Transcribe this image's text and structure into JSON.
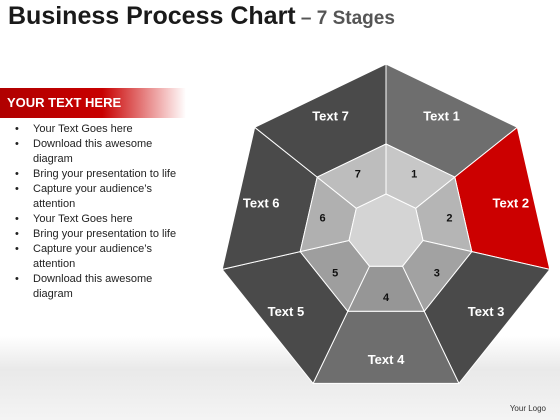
{
  "title": {
    "main": "Business Process Chart",
    "sub": " – 7 Stages"
  },
  "side_panel": {
    "header": "YOUR TEXT HERE",
    "bullets": [
      "Your Text Goes here",
      "Download this awesome diagram",
      "Bring your presentation to life",
      "Capture your audience’s attention",
      "Your Text Goes here",
      "Bring your presentation to life",
      "Capture your audience’s attention",
      "Download this awesome diagram"
    ]
  },
  "diagram": {
    "outer_labels": [
      "Text 1",
      "Text 2",
      "Text 3",
      "Text 4",
      "Text 5",
      "Text 6",
      "Text 7"
    ],
    "inner_labels": [
      "1",
      "2",
      "3",
      "4",
      "5",
      "6",
      "7"
    ],
    "highlighted_stage": 2,
    "colors": {
      "highlight": "#cc0000",
      "outer_dark": "#4a4a4a",
      "outer_mid": "#6e6e6e",
      "inner": "#a8a8a8",
      "center": "#d4d4d4"
    }
  },
  "footer": {
    "logo": "Your Logo"
  }
}
